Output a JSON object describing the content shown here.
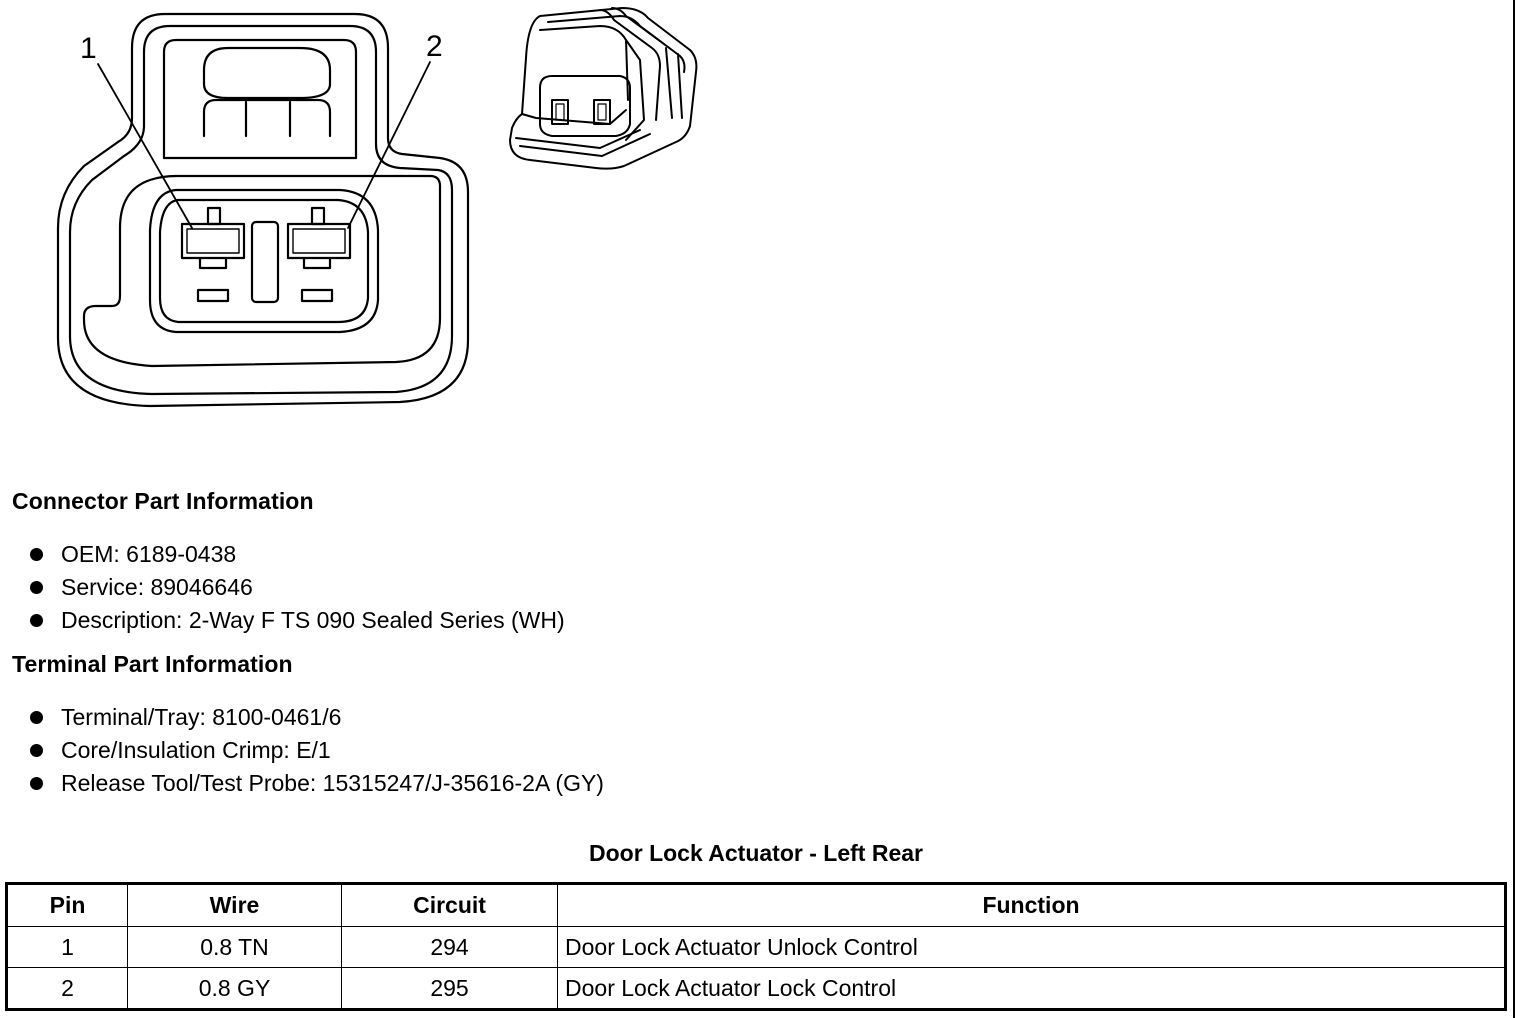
{
  "pin_labels": [
    "1",
    "2"
  ],
  "connector_info": {
    "heading": "Connector Part Information",
    "items": [
      "OEM: 6189-0438",
      "Service: 89046646",
      "Description: 2-Way F TS 090 Sealed Series (WH)"
    ]
  },
  "terminal_info": {
    "heading": "Terminal Part Information",
    "items": [
      "Terminal/Tray: 8100-0461/6",
      "Core/Insulation Crimp: E/1",
      "Release Tool/Test Probe: 15315247/J-35616-2A (GY)"
    ]
  },
  "table": {
    "title": "Door Lock Actuator - Left Rear",
    "headers": [
      "Pin",
      "Wire",
      "Circuit",
      "Function"
    ],
    "rows": [
      [
        "1",
        "0.8 TN",
        "294",
        "Door Lock Actuator Unlock Control"
      ],
      [
        "2",
        "0.8 GY",
        "295",
        "Door Lock Actuator Lock Control"
      ]
    ]
  }
}
